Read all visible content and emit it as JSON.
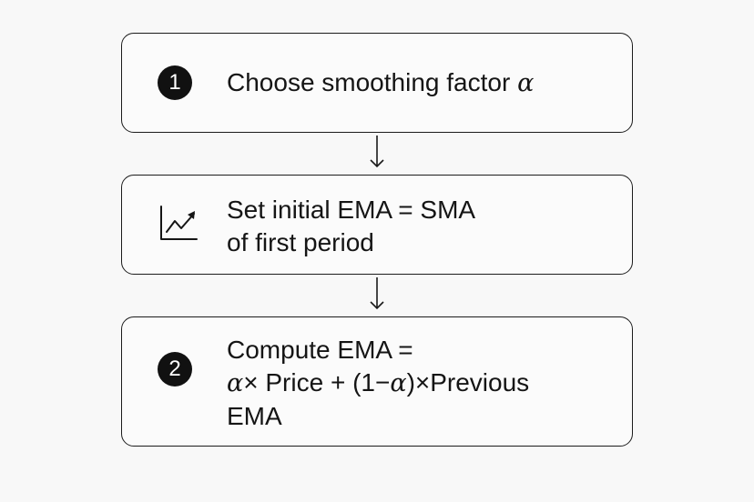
{
  "steps": [
    {
      "badge": "1",
      "text_before": "Choose smoothing factor ",
      "alpha": "α"
    },
    {
      "icon": "trending-up-chart-icon",
      "line1": "Set initial EMA = SMA",
      "line2": "of first period"
    },
    {
      "badge": "2",
      "line1": "Compute EMA =",
      "alpha_a": "α",
      "mid_a": "× Price + (1−",
      "alpha_b": "α",
      "mid_b": ")×Previous",
      "line3": "EMA"
    }
  ],
  "connectors": [
    "arrow-down-icon",
    "arrow-down-icon"
  ],
  "colors": {
    "background": "#f8f8f8",
    "box_border": "#1c1c1c",
    "badge_fill": "#111111",
    "badge_text": "#ffffff",
    "text": "#151515"
  }
}
